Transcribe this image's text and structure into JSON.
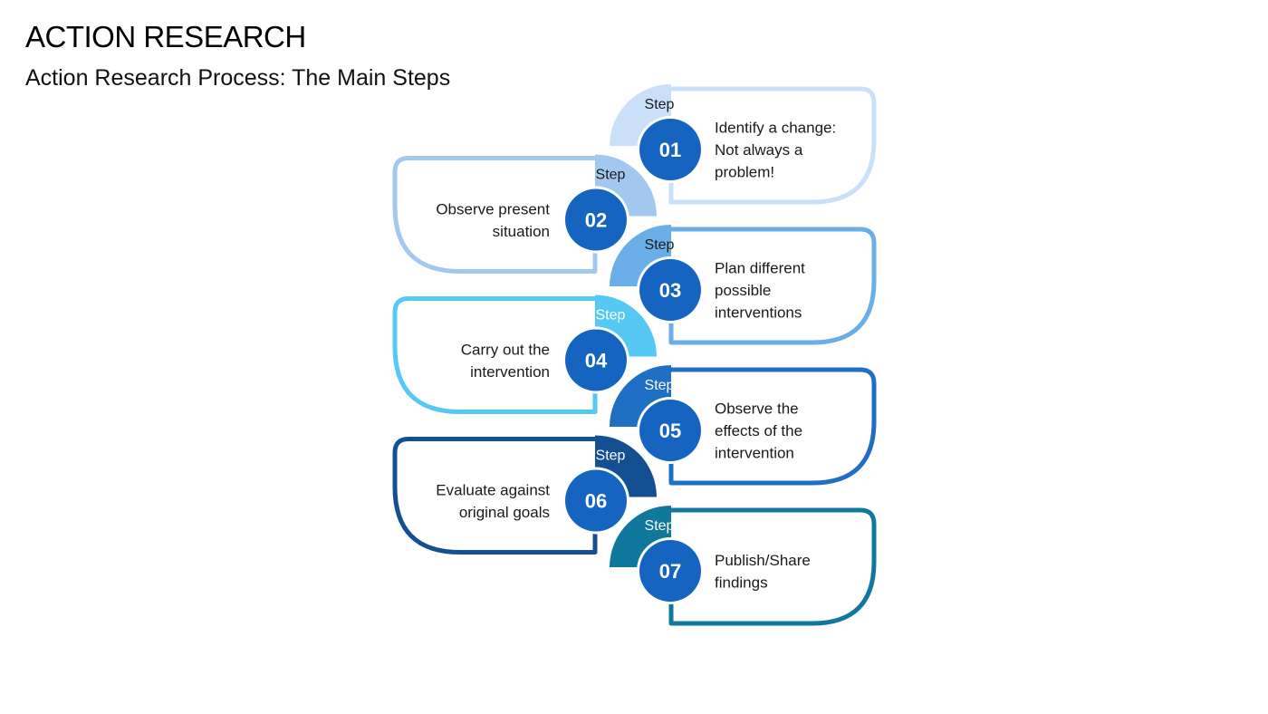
{
  "title": "ACTION RESEARCH",
  "subtitle": "Action Research Process: The Main Steps",
  "steps": [
    {
      "step_label": "Step",
      "number": "01",
      "lines": [
        "Identify a change:",
        "Not always a",
        "problem!"
      ],
      "color": "#c9e0f8",
      "side": "right"
    },
    {
      "step_label": "Step",
      "number": "02",
      "lines": [
        "Observe present",
        "situation"
      ],
      "color": "#a3c8f0",
      "side": "left"
    },
    {
      "step_label": "Step",
      "number": "03",
      "lines": [
        "Plan different",
        "possible",
        "interventions"
      ],
      "color": "#6aaee8",
      "side": "right"
    },
    {
      "step_label": "Step",
      "number": "04",
      "lines": [
        "Carry out the",
        "intervention"
      ],
      "color": "#55c9f4",
      "side": "left"
    },
    {
      "step_label": "Step",
      "number": "05",
      "lines": [
        "Observe the",
        "effects of the",
        "intervention"
      ],
      "color": "#1f6fc4",
      "side": "right"
    },
    {
      "step_label": "Step",
      "number": "06",
      "lines": [
        "Evaluate against",
        "original goals"
      ],
      "color": "#144f91",
      "side": "left"
    },
    {
      "step_label": "Step",
      "number": "07",
      "lines": [
        "Publish/Share",
        "findings"
      ],
      "color": "#0f789c",
      "side": "right"
    }
  ],
  "colors": {
    "circle_fill": "#1565c0",
    "circle_ring": "#ffffff"
  }
}
